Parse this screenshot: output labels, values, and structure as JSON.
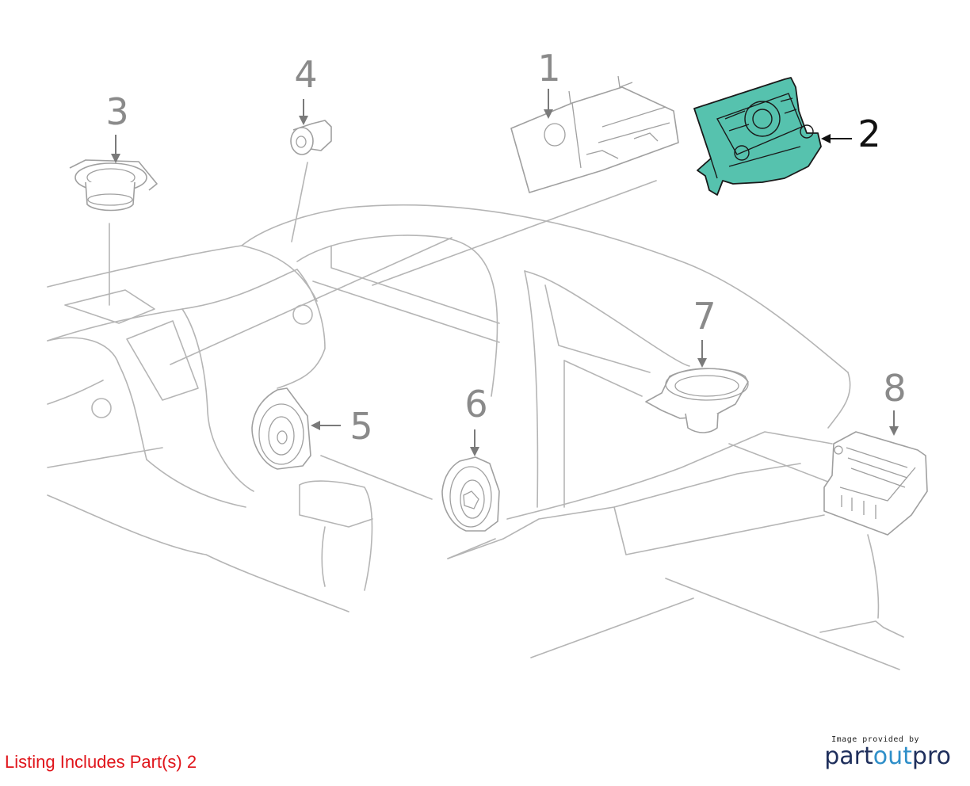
{
  "callouts": [
    "1",
    "2",
    "3",
    "4",
    "5",
    "6",
    "7",
    "8"
  ],
  "highlighted_part": "2",
  "highlight_color": "#56c2ae",
  "listing_text": "Listing Includes Part(s) 2",
  "listing_color": "#e0141a",
  "credit": {
    "caption": "Image provided by",
    "logo_part1": "part",
    "logo_part2": "out",
    "logo_part3": "pro"
  }
}
